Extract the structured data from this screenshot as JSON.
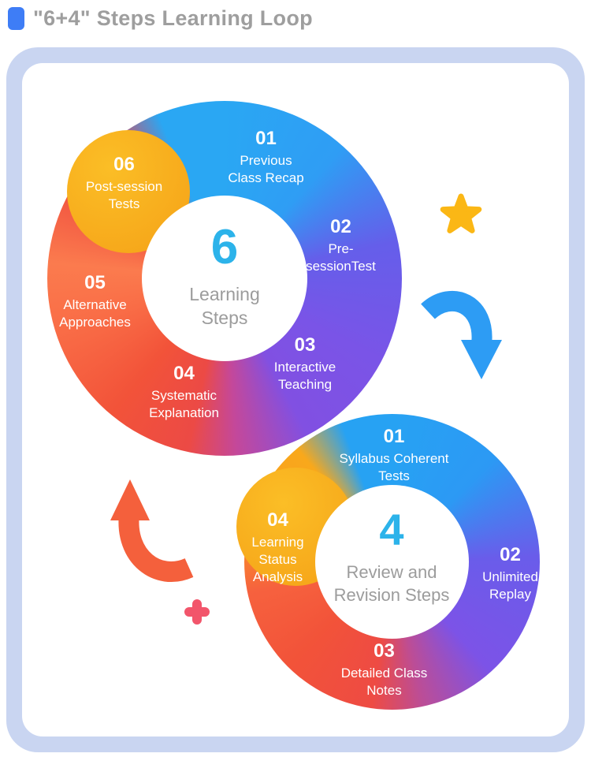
{
  "header": {
    "title": "\"6+4\" Steps Learning Loop"
  },
  "loop6": {
    "center_number": "6",
    "center_label": "Learning\nSteps",
    "steps": [
      {
        "num": "01",
        "label": "Previous\nClass Recap"
      },
      {
        "num": "02",
        "label": "Pre-\nsessionTest"
      },
      {
        "num": "03",
        "label": "Interactive\nTeaching"
      },
      {
        "num": "04",
        "label": "Systematic\nExplanation"
      },
      {
        "num": "05",
        "label": "Alternative\nApproaches"
      },
      {
        "num": "06",
        "label": "Post-session\nTests"
      }
    ]
  },
  "loop4": {
    "center_number": "4",
    "center_label": "Review and\nRevision Steps",
    "steps": [
      {
        "num": "01",
        "label": "Syllabus Coherent\nTests"
      },
      {
        "num": "02",
        "label": "Unlimited\nReplay"
      },
      {
        "num": "03",
        "label": "Detailed Class\nNotes"
      },
      {
        "num": "04",
        "label": "Learning\nStatus\nAnalysis"
      }
    ]
  },
  "colors": {
    "segment_blue": "#2AA7F3",
    "segment_indigo": "#6A5CEA",
    "segment_purple": "#7C52E6",
    "segment_red": "#EE4B43",
    "segment_orange": "#FB7A4E",
    "segment_yellow": "#F8A81B",
    "center_number_cyan": "#2CB3EA",
    "center_label_gray": "#9C9C9C",
    "title_gray": "#9E9E9E",
    "title_marker_blue": "#3E7DF6",
    "frame_lavender": "#C9D5F1",
    "star_yellow": "#FBB715",
    "arrow_blue": "#2D9CF4",
    "arrow_orange": "#F4603C",
    "plus_pink": "#F2556B"
  }
}
